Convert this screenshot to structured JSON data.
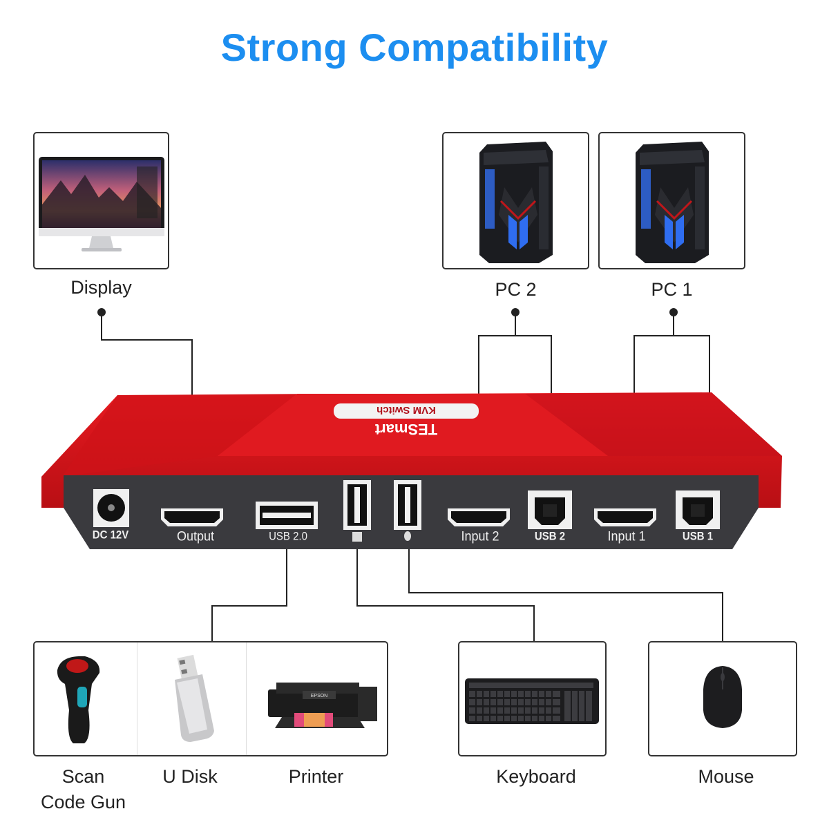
{
  "title": "Strong Compatibility",
  "device": {
    "brand": "TESmart",
    "model": "KVM Switch",
    "color": "#d8141a",
    "ports": [
      {
        "label": "DC 12V",
        "icon": "dc-jack-icon"
      },
      {
        "label": "Output",
        "icon": "hdmi-port-icon"
      },
      {
        "label": "USB 2.0",
        "icon": "usb-a-port-icon"
      },
      {
        "label": "",
        "icon": "keyboard-usb-port-icon"
      },
      {
        "label": "",
        "icon": "mouse-usb-port-icon"
      },
      {
        "label": "Input 2",
        "icon": "hdmi-port-icon"
      },
      {
        "label": "USB 2",
        "icon": "usb-b-port-icon"
      },
      {
        "label": "Input 1",
        "icon": "hdmi-port-icon"
      },
      {
        "label": "USB 1",
        "icon": "usb-b-port-icon"
      }
    ]
  },
  "top_devices": [
    {
      "label": "Display",
      "icon": "monitor-icon"
    },
    {
      "label": "PC 2",
      "icon": "pc-tower-icon"
    },
    {
      "label": "PC 1",
      "icon": "pc-tower-icon"
    }
  ],
  "bottom_devices": [
    {
      "label": "Scan Code Gun",
      "line1": "Scan",
      "line2": "Code Gun",
      "icon": "barcode-scanner-icon"
    },
    {
      "label": "U Disk",
      "icon": "usb-flash-drive-icon"
    },
    {
      "label": "Printer",
      "icon": "printer-icon",
      "brand": "EPSON"
    },
    {
      "label": "Keyboard",
      "icon": "keyboard-icon"
    },
    {
      "label": "Mouse",
      "icon": "mouse-icon"
    }
  ],
  "colors": {
    "title": "#1c8ef0",
    "device_red": "#d8141a",
    "device_panel": "#3a3a3e",
    "line": "#222222"
  }
}
